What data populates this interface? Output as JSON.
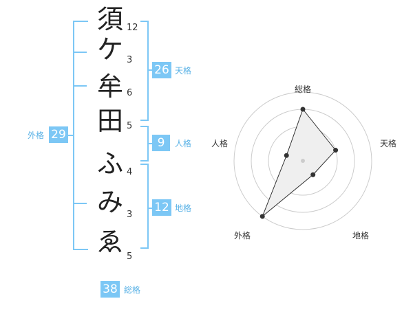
{
  "name_chars": [
    "須",
    "ケ",
    "牟",
    "田",
    "ふ",
    "み",
    "ゑ"
  ],
  "stroke_counts": [
    "12",
    "3",
    "6",
    "5",
    "4",
    "3",
    "5"
  ],
  "fortunes": {
    "tenkaku": {
      "value": "26",
      "label": "天格"
    },
    "jinkaku": {
      "value": "9",
      "label": "人格"
    },
    "chikaku": {
      "value": "12",
      "label": "地格"
    },
    "gaikaku": {
      "value": "29",
      "label": "外格"
    },
    "soukaku": {
      "value": "38",
      "label": "総格"
    }
  },
  "colors": {
    "accent": "#7cc7f5",
    "radar_fill": "#efefef",
    "radar_line": "#333333"
  },
  "chart_data": {
    "type": "radar",
    "axes": [
      "総格",
      "天格",
      "地格",
      "外格",
      "人格"
    ],
    "values": [
      3,
      2,
      1,
      4,
      1
    ],
    "range": [
      0,
      4
    ],
    "rings": 4
  }
}
